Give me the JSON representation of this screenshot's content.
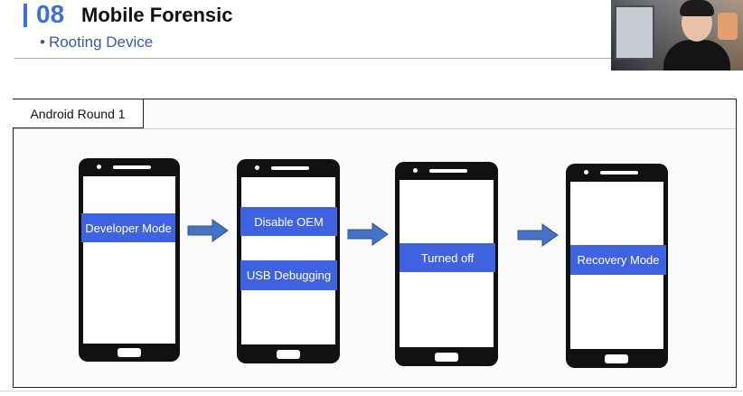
{
  "header": {
    "number": "08",
    "title": "Mobile Forensic",
    "subtitle_bullet": "•",
    "subtitle": "Rooting Device"
  },
  "panel": {
    "label": "Android Round 1"
  },
  "steps": [
    {
      "labels": [
        "Developer Mode"
      ]
    },
    {
      "labels": [
        "Disable OEM",
        "USB Debugging"
      ]
    },
    {
      "labels": [
        "Turned off"
      ]
    },
    {
      "labels": [
        "Recovery Mode"
      ]
    }
  ],
  "colors": {
    "accent": "#3f6fd8",
    "label_fill": "#3f63e0",
    "arrow_fill": "#4472c4",
    "phone_body": "#111111"
  }
}
